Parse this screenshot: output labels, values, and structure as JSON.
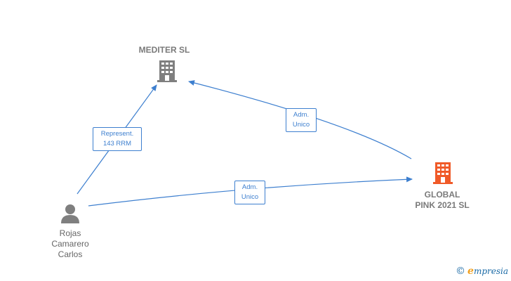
{
  "colors": {
    "edge": "#3d7fcf",
    "company_gray": "#7f7f7f",
    "company_highlight": "#f05a28",
    "person": "#7f7f7f"
  },
  "nodes": {
    "mediter": {
      "label": "MEDITER  SL",
      "icon": "building-icon"
    },
    "global_pink": {
      "label": "GLOBAL\nPINK 2021  SL",
      "icon": "building-icon"
    },
    "rojas": {
      "label_lines": [
        "Rojas",
        "Camarero",
        "Carlos"
      ],
      "icon": "person-icon"
    }
  },
  "edges": {
    "represent": {
      "line1": "Represent.",
      "line2": "143 RRM"
    },
    "adm_top": {
      "line1": "Adm.",
      "line2": "Unico"
    },
    "adm_bottom": {
      "line1": "Adm.",
      "line2": "Unico"
    }
  },
  "watermark": {
    "copyright": "©",
    "brand_initial": "e",
    "brand_rest": "mpresia"
  }
}
